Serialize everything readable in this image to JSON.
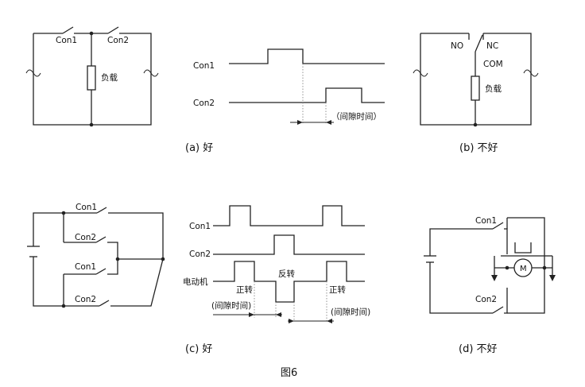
{
  "a": {
    "con1": "Con1",
    "con2": "Con2",
    "load": "负载",
    "tim_con1": "Con1",
    "tim_con2": "Con2",
    "gap": "（间隙时间）",
    "caption": "(a) 好"
  },
  "b": {
    "no": "NO",
    "nc": "NC",
    "com": "COM",
    "load": "负载",
    "caption": "(b) 不好"
  },
  "c": {
    "con1_top": "Con1",
    "con2_mid": "Con2",
    "con1_mid": "Con1",
    "con2_bot": "Con2",
    "tim_con1": "Con1",
    "tim_con2": "Con2",
    "tim_motor": "电动机",
    "forward1": "正转",
    "reverse": "反转",
    "forward2": "正转",
    "gap1": "(间隙时间)",
    "gap2": "(间隙时间)",
    "caption": "(c) 好"
  },
  "d": {
    "con1": "Con1",
    "con2": "Con2",
    "motor": "M",
    "caption": "(d) 不好"
  },
  "figure_caption": "图6"
}
